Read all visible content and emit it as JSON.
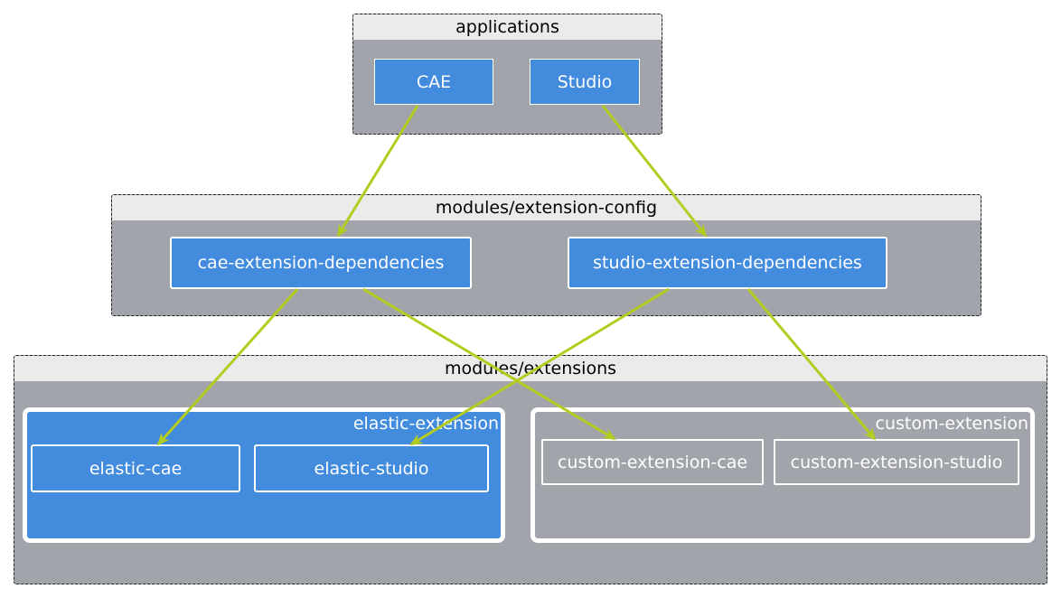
{
  "groups": {
    "applications": {
      "title": "applications",
      "cae": "CAE",
      "studio": "Studio"
    },
    "extension_config": {
      "title": "modules/extension-config",
      "cae_deps": "cae-extension-dependencies",
      "studio_deps": "studio-extension-dependencies"
    },
    "extensions": {
      "title": "modules/extensions",
      "elastic": {
        "title": "elastic-extension",
        "cae": "elastic-cae",
        "studio": "elastic-studio"
      },
      "custom": {
        "title": "custom-extension",
        "cae": "custom-extension-cae",
        "studio": "custom-extension-studio"
      }
    }
  },
  "colors": {
    "box_fill": "#428bdd",
    "group_fill": "#a1a4ab",
    "header_fill": "#ebebeb",
    "arrow": "#b4cc1f"
  }
}
